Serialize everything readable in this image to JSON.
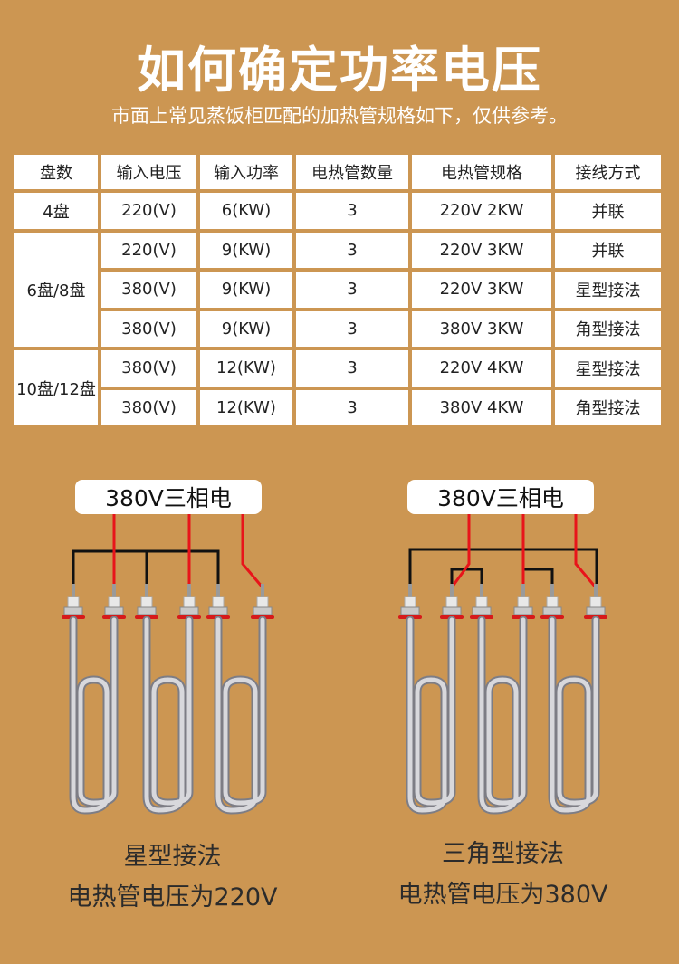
{
  "header": {
    "title": "如何确定功率电压",
    "subtitle": "市面上常见蒸饭柜匹配的加热管规格如下，仅供参考。"
  },
  "table": {
    "columns": [
      "盘数",
      "输入电压",
      "输入功率",
      "电热管数量",
      "电热管规格",
      "接线方式"
    ],
    "groups": [
      {
        "trays": "4盘",
        "rows": [
          {
            "voltage": "220(V)",
            "power": "6(KW)",
            "count": "3",
            "spec": "220V 2KW",
            "wiring": "并联"
          }
        ]
      },
      {
        "trays": "6盘/8盘",
        "rows": [
          {
            "voltage": "220(V)",
            "power": "9(KW)",
            "count": "3",
            "spec": "220V 3KW",
            "wiring": "并联"
          },
          {
            "voltage": "380(V)",
            "power": "9(KW)",
            "count": "3",
            "spec": "220V 3KW",
            "wiring": "星型接法"
          },
          {
            "voltage": "380(V)",
            "power": "9(KW)",
            "count": "3",
            "spec": "380V 3KW",
            "wiring": "角型接法"
          }
        ]
      },
      {
        "trays": "10盘/12盘",
        "rows": [
          {
            "voltage": "380(V)",
            "power": "12(KW)",
            "count": "3",
            "spec": "220V 4KW",
            "wiring": "星型接法"
          },
          {
            "voltage": "380(V)",
            "power": "12(KW)",
            "count": "3",
            "spec": "380V 4KW",
            "wiring": "角型接法"
          }
        ]
      }
    ]
  },
  "diagrams": [
    {
      "supply_label": "380V三相电",
      "method": "星型接法",
      "note": "电热管电压为220V",
      "icon": "heating-tube-icon"
    },
    {
      "supply_label": "380V三相电",
      "method": "三角型接法",
      "note": "电热管电压为380V",
      "icon": "heating-tube-icon"
    }
  ],
  "colors": {
    "background": "#cc9652",
    "table_cell": "#ffffff",
    "wire_live": "#e8141a",
    "wire_neutral": "#111111"
  }
}
